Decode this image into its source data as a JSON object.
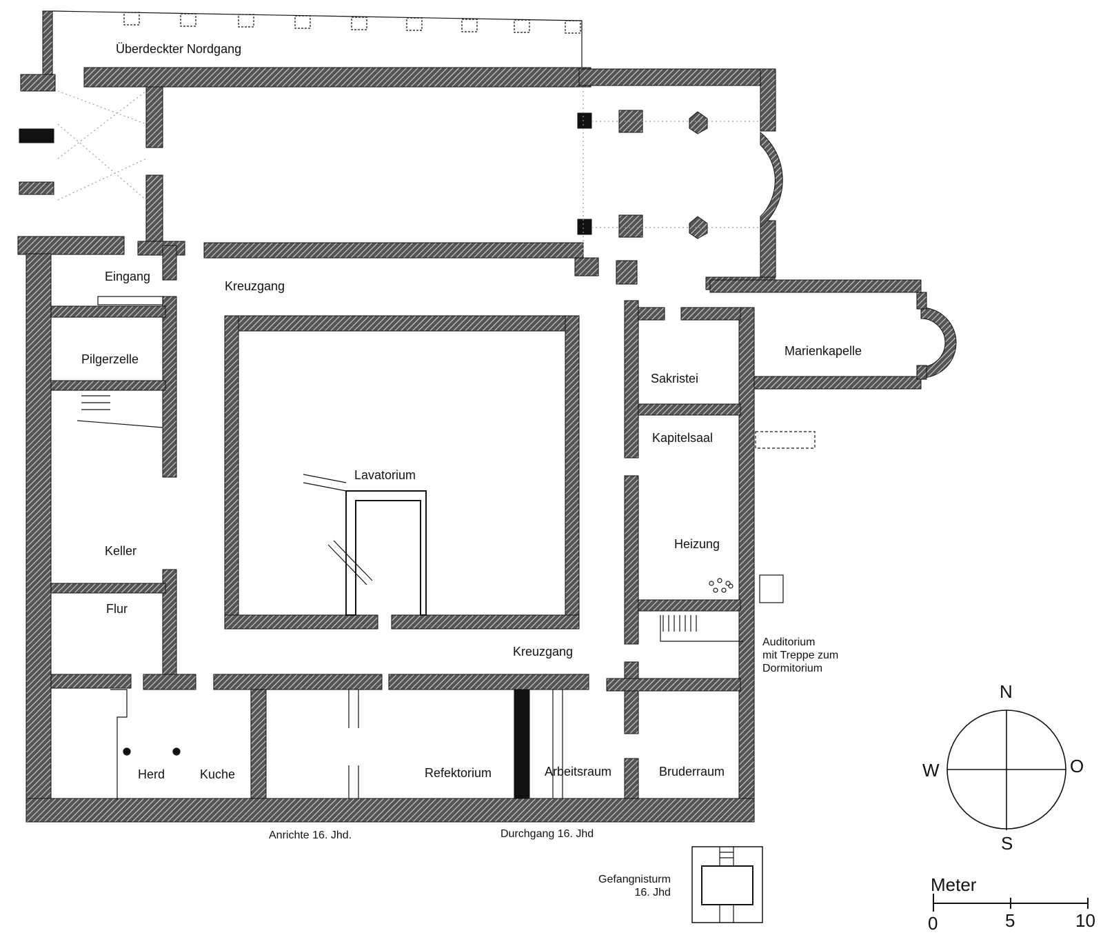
{
  "rooms": {
    "nordgang": "Überdeckter Nordgang",
    "eingang": "Eingang",
    "kreuzgang_north": "Kreuzgang",
    "pilgerzelle": "Pilgerzelle",
    "lavatorium": "Lavatorium",
    "marienkapelle": "Marienkapelle",
    "sakristei": "Sakristei",
    "kapitelsaal": "Kapitelsaal",
    "heizung": "Heizung",
    "keller": "Keller",
    "flur": "Flur",
    "kreuzgang_south": "Kreuzgang",
    "auditorium": "Auditorium\nmit Treppe zum\nDormitorium",
    "herd": "Herd",
    "kuche": "Kuche",
    "refektorium": "Refektorium",
    "arbeitsraum": "Arbeitsraum",
    "bruderraum": "Bruderraum",
    "anrichte": "Anrichte 16. Jhd.",
    "durchgang": "Durchgang 16. Jhd",
    "gefangnisturm": "Gefangnisturm\n16. Jhd"
  },
  "compass": {
    "n": "N",
    "s": "S",
    "w": "W",
    "o": "O"
  },
  "scale": {
    "title": "Meter",
    "ticks": [
      "0",
      "5",
      "10"
    ]
  }
}
